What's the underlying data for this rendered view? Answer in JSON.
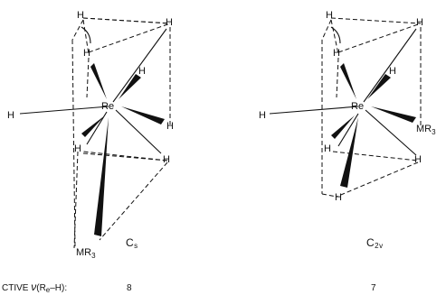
{
  "structures": [
    {
      "metal": "Re",
      "hydride": "H",
      "ligand": "MR",
      "ligand_subscript": "3",
      "symmetry": "C",
      "symmetry_subscript": "s",
      "count": "8"
    },
    {
      "metal": "Re",
      "hydride": "H",
      "ligand": "MR",
      "ligand_subscript": "3",
      "symmetry": "C",
      "symmetry_subscript": "2v",
      "count": "7"
    }
  ],
  "caption": {
    "label": "CTIVE ",
    "nu": "ν",
    "bond": "(R",
    "bond_sub": "e",
    "bond_end": "–H):"
  }
}
